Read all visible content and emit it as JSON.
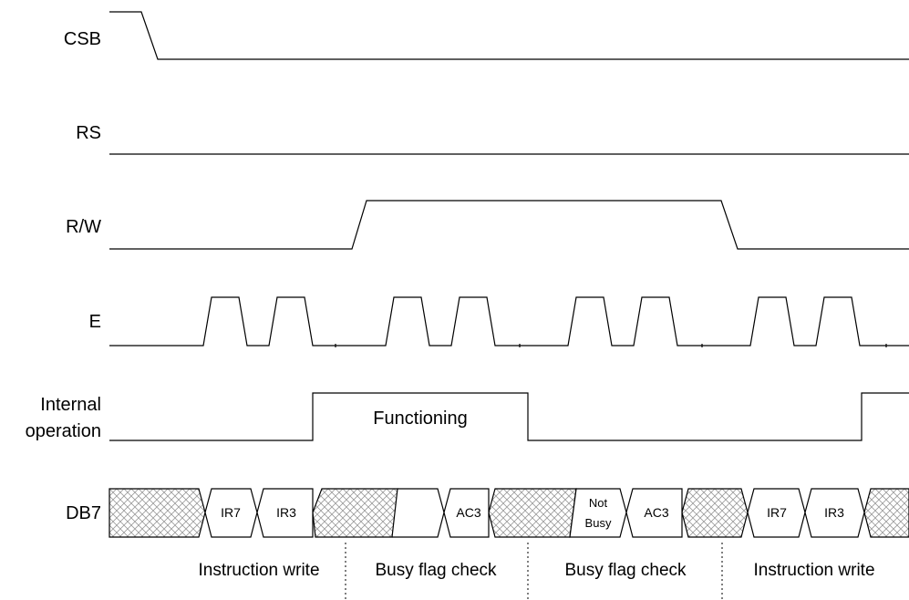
{
  "signals": {
    "csb": "CSB",
    "rs": "RS",
    "rw": "R/W",
    "e": "E",
    "internal_line1": "Internal",
    "internal_line2": "operation",
    "db7": "DB7"
  },
  "internal_state": "Functioning",
  "db7_values": {
    "ir7_a": "IR7",
    "ir3_a": "IR3",
    "ac3_a": "AC3",
    "not_busy_line1": "Not",
    "not_busy_line2": "Busy",
    "ac3_b": "AC3",
    "ir7_b": "IR7",
    "ir3_b": "IR3"
  },
  "phases": {
    "p1": "Instruction write",
    "p2": "Busy flag check",
    "p3": "Busy flag check",
    "p4": "Instruction write"
  },
  "colors": {
    "line": "#000000",
    "hatch": "#9a9a9a",
    "background": "#ffffff"
  }
}
